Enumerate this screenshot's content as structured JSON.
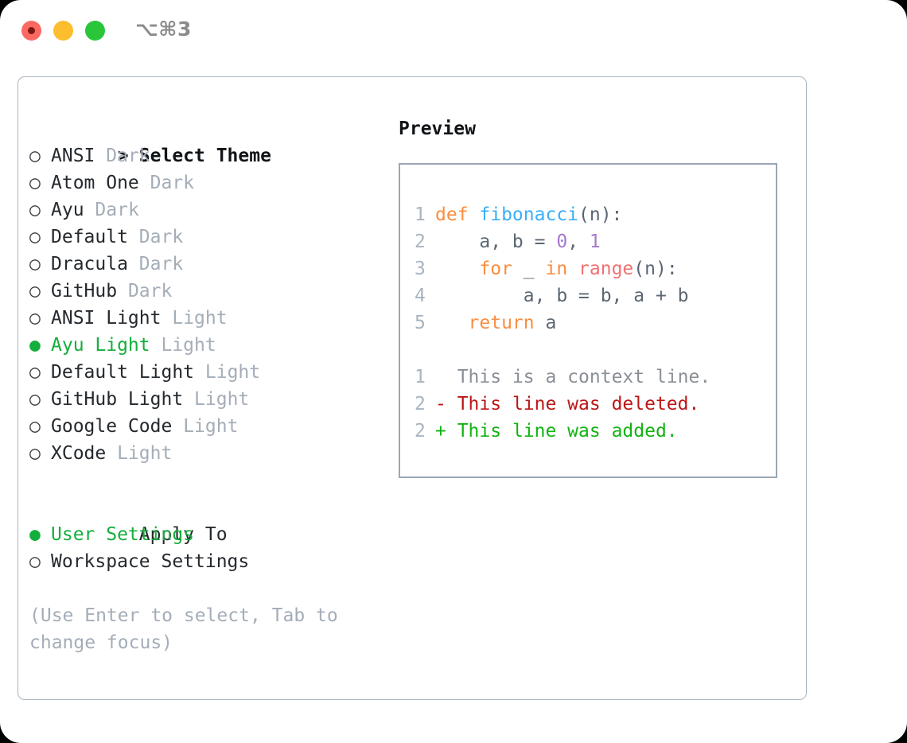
{
  "titlebar": {
    "shortcut": "⌥⌘3",
    "buttons": [
      {
        "name": "close",
        "color": "#fb6a62"
      },
      {
        "name": "minimize",
        "color": "#fcbd2e"
      },
      {
        "name": "maximize",
        "color": "#2ac63a"
      }
    ]
  },
  "colors": {
    "accent_green": "#14ae3c",
    "muted": "#a4adb8",
    "text": "#24292e",
    "panel_border": "#aab4c0",
    "preview_border": "#9aa6b4"
  },
  "theme_select": {
    "header_marker": ">",
    "header_label": "Select Theme",
    "marker_unselected": "○",
    "marker_selected": "●",
    "items": [
      {
        "label": "ANSI",
        "variant": "Dark",
        "selected": false
      },
      {
        "label": "Atom One",
        "variant": "Dark",
        "selected": false
      },
      {
        "label": "Ayu",
        "variant": "Dark",
        "selected": false
      },
      {
        "label": "Default",
        "variant": "Dark",
        "selected": false
      },
      {
        "label": "Dracula",
        "variant": "Dark",
        "selected": false
      },
      {
        "label": "GitHub",
        "variant": "Dark",
        "selected": false
      },
      {
        "label": "ANSI Light",
        "variant": "Light",
        "selected": false
      },
      {
        "label": "Ayu Light",
        "variant": "Light",
        "selected": true
      },
      {
        "label": "Default Light",
        "variant": "Light",
        "selected": false
      },
      {
        "label": "GitHub Light",
        "variant": "Light",
        "selected": false
      },
      {
        "label": "Google Code",
        "variant": "Light",
        "selected": false
      },
      {
        "label": "XCode",
        "variant": "Light",
        "selected": false
      }
    ]
  },
  "apply_to": {
    "header_label": "Apply To",
    "items": [
      {
        "label": "User Settings",
        "selected": true
      },
      {
        "label": "Workspace Settings",
        "selected": false
      }
    ]
  },
  "hint": "(Use Enter to select, Tab to change focus)",
  "preview": {
    "title": "Preview",
    "code_lines": [
      {
        "number": "1",
        "tokens": [
          {
            "text": "def ",
            "kind": "kw"
          },
          {
            "text": "fibonacci",
            "kind": "fn"
          },
          {
            "text": "(n):",
            "kind": "pl"
          }
        ]
      },
      {
        "number": "2",
        "tokens": [
          {
            "text": "    a, b = ",
            "kind": "pl"
          },
          {
            "text": "0",
            "kind": "num"
          },
          {
            "text": ", ",
            "kind": "pl"
          },
          {
            "text": "1",
            "kind": "num"
          }
        ]
      },
      {
        "number": "3",
        "tokens": [
          {
            "text": "    ",
            "kind": "pl"
          },
          {
            "text": "for",
            "kind": "kw"
          },
          {
            "text": " _ ",
            "kind": "pl"
          },
          {
            "text": "in",
            "kind": "kw"
          },
          {
            "text": " ",
            "kind": "pl"
          },
          {
            "text": "range",
            "kind": "call"
          },
          {
            "text": "(n):",
            "kind": "pl"
          }
        ]
      },
      {
        "number": "4",
        "tokens": [
          {
            "text": "        a, b = b, a + b",
            "kind": "pl"
          }
        ]
      },
      {
        "number": "5",
        "tokens": [
          {
            "text": "   ",
            "kind": "pl"
          },
          {
            "text": "return",
            "kind": "kw"
          },
          {
            "text": " a",
            "kind": "pl"
          }
        ]
      }
    ],
    "diff_lines": [
      {
        "number": "1",
        "prefix": "  ",
        "text": "This is a context line.",
        "kind": "ctx"
      },
      {
        "number": "2",
        "prefix": "- ",
        "text": "This line was deleted.",
        "kind": "del"
      },
      {
        "number": "2",
        "prefix": "+ ",
        "text": "This line was added.",
        "kind": "add"
      }
    ]
  }
}
